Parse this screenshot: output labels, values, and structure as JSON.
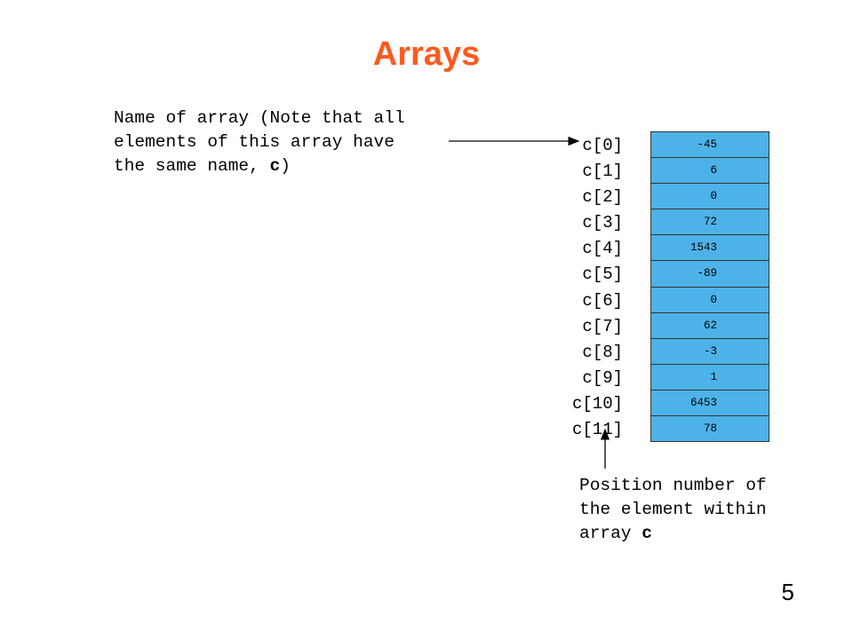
{
  "title": "Arrays",
  "annotation_name": {
    "lines": [
      "Name of array (Note that all",
      "elements of this array have",
      "the same name, "
    ],
    "bold": "c",
    "tail": ")"
  },
  "annotation_position": {
    "lines": [
      "Position number of",
      "the element within",
      "array "
    ],
    "bold": "c"
  },
  "array": {
    "labels": [
      "c[0]",
      "c[1]",
      "c[2]",
      "c[3]",
      "c[4]",
      "c[5]",
      "c[6]",
      "c[7]",
      "c[8]",
      "c[9]",
      "c[10]",
      "c[11]"
    ],
    "values": [
      "-45",
      "6",
      "0",
      "72",
      "1543",
      "-89",
      "0",
      "62",
      "-3",
      "1",
      "6453",
      "78"
    ],
    "cell_color": "#4db2e8"
  },
  "title_color": "#ff5a1f",
  "page_number": "5"
}
